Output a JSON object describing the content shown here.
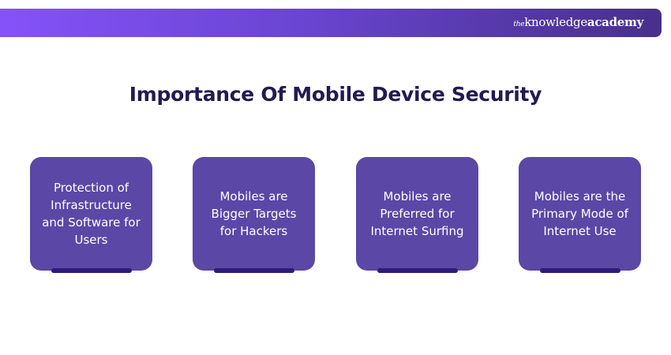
{
  "header": {
    "logo_prefix": "the",
    "logo_regular": "knowledge",
    "logo_bold": "academy",
    "gradient_colors": [
      "#8552f9",
      "#47308a"
    ]
  },
  "title": "Importance Of Mobile Device Security",
  "cards": [
    {
      "text": "Protection of Infrastructure and Software for Users"
    },
    {
      "text": "Mobiles are Bigger Targets for Hackers"
    },
    {
      "text": "Mobiles are Preferred for Internet Surfing"
    },
    {
      "text": "Mobiles are the Primary Mode of Internet Use"
    }
  ],
  "colors": {
    "title": "#231a52",
    "card": "#5b47a6",
    "card_bar": "#2e1c7a"
  }
}
